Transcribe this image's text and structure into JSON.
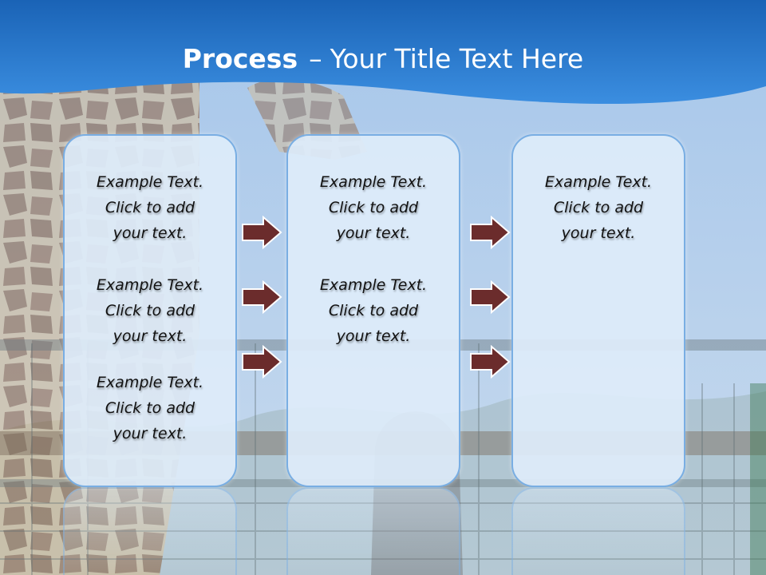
{
  "slide": {
    "title_bold": "Process",
    "title_separator": "–",
    "title_rest": "Your Title Text Here"
  },
  "columns": [
    {
      "items": [
        {
          "lines": [
            "Example Text.",
            "Click  to add",
            "your text."
          ]
        },
        {
          "lines": [
            "Example Text.",
            "Click  to add",
            "your text."
          ]
        },
        {
          "lines": [
            "Example Text.",
            "Click  to add",
            "your text."
          ]
        }
      ]
    },
    {
      "items": [
        {
          "lines": [
            "Example Text.",
            "Click  to add",
            "your text."
          ]
        },
        {
          "lines": [
            "Example Text.",
            "Click  to add",
            "your text."
          ]
        }
      ]
    },
    {
      "items": [
        {
          "lines": [
            "Example Text.",
            "Click  to add",
            "your text."
          ]
        }
      ]
    }
  ],
  "colors": {
    "header_blue": "#1f6fc4",
    "box_border": "#79aee3",
    "box_fill": "#deecfa",
    "arrow_fill": "#6b2c2c"
  }
}
